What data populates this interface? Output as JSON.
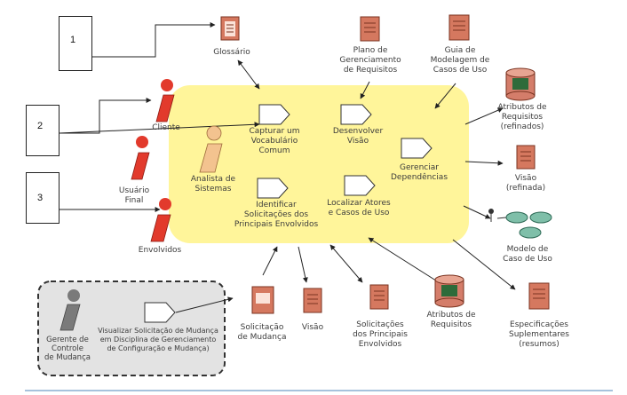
{
  "colors": {
    "activity_area": "#fff59a",
    "actor": "#e23a2c",
    "analyst": "#f3c38f",
    "document": "#d5785f",
    "database": "#d47d6a",
    "model_node": "#7fbfa9",
    "activity": "#ffffff",
    "manager": "#7a7a7a",
    "footer_line": "#8aaed0"
  },
  "callouts": [
    "1",
    "2",
    "3"
  ],
  "actors": {
    "cliente": "Cliente",
    "usuario_final": "Usuário\nFinal",
    "envolvidos": "Envolvidos",
    "analista": "Analista de\nSistemas"
  },
  "activities": {
    "capturar": "Capturar um\nVocabulário\nComum",
    "desenvolver": "Desenvolver\nVisão",
    "gerenciar": "Gerenciar\nDependências",
    "identificar": "Identificar\nSolicitações dos\nPrincipais Envolvidos",
    "localizar": "Localizar Atores\ne Casos de Uso"
  },
  "artifacts": {
    "glossario": "Glossário",
    "plano": "Plano de\nGerenciamento\nde Requisitos",
    "guia": "Guia de\nModelagem de\nCasos de Uso",
    "atributos_refinados": "Atributos de\nRequisitos\n(refinados)",
    "visao_refinada": "Visão\n(refinada)",
    "modelo": "Modelo de\nCaso de Uso",
    "solicitacao": "Solicitação\nde Mudança",
    "visao": "Visão",
    "solicitacoes_envolvidos": "Solicitações\ndos Principais\nEnvolvidos",
    "atributos": "Atributos de\nRequisitos",
    "especificacoes": "Especificações\nSuplementares\n(resumos)"
  },
  "change_control": {
    "gerente": "Gerente de\nControle\nde Mudança",
    "activity": "Visualizar Solicitação de Mudança\nem Disciplina de Gerenciamento\nde Configuração e Mudança)"
  }
}
